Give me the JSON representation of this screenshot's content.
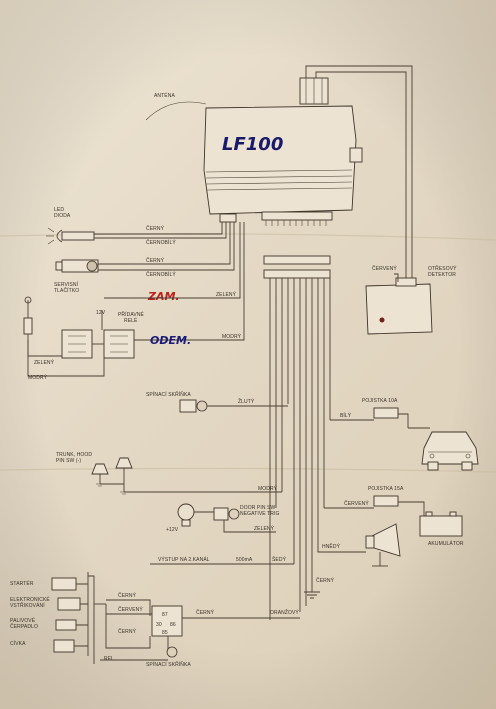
{
  "module": {
    "title": "LF100",
    "antenna": "ANTÉNA"
  },
  "led": {
    "label1": "LED",
    "label2": "DIODA",
    "wire1": "ČERNÝ",
    "wire2": "ČERNOBÍLÝ"
  },
  "service": {
    "label1": "SERVISNÍ",
    "label2": "TLAČÍTKO",
    "wire1": "ČERNÝ",
    "wire2": "ČERNOBÍLÝ"
  },
  "lock": {
    "handwritten": "ZAM.",
    "wire": "ZELENÝ"
  },
  "relay": {
    "voltage": "12V",
    "label1": "PŘÍDAVNÉ",
    "label2": "RELÉ",
    "wire_green": "ZELENÝ",
    "wire_blue": "MODRÝ"
  },
  "unlock": {
    "handwritten": "ODEM.",
    "wire": "MODRÝ"
  },
  "shock": {
    "wire": "ČERVENÝ",
    "label1": "OTŘESOVÝ",
    "label2": "DETEKTOR"
  },
  "switch": {
    "label": "SPÍNACÍ SKŘÍŇKA",
    "wire": "ŽLUTÝ"
  },
  "fuse10": {
    "label": "POJISTKA 10A",
    "wire": "BÍLÝ"
  },
  "trunk": {
    "label1": "TRUNK, HOOD",
    "label2": "PIN SW (-)",
    "wire": "MODRÝ"
  },
  "fuse15": {
    "label": "POJISTKA 15A",
    "wire": "ČERVENÝ"
  },
  "door": {
    "label1": "DOOR PIN SW",
    "label2": "NEGATIVE TRIG",
    "voltage": "+12V",
    "wire": "ZELENÝ"
  },
  "siren": {
    "wire": "HNĚDÝ"
  },
  "battery": {
    "label": "AKUMULÁTOR"
  },
  "output": {
    "label": "VÝSTUP NA 2.KANÁL",
    "current": "500mA",
    "wire": "ŠEDÝ"
  },
  "ground": {
    "wire": "ČERNÝ"
  },
  "immob": {
    "items": [
      "STARTÉR",
      "ELEKTRONICKÉ",
      "VSTŘIKOVÁNÍ",
      "PALIVOVÉ",
      "ČERPADLO",
      "CÍVKA"
    ],
    "wire_black1": "ČERNÝ",
    "wire_red": "ČERVENÝ",
    "wire_black2": "ČERNÝ",
    "wire_black3": "ČERNÝ",
    "wire_orange": "ORANŽOVÝ",
    "relay_label": "REL",
    "switch_label": "SPÍNACÍ SKŘÍŇKA",
    "pins": [
      "87",
      "30",
      "86",
      "85"
    ]
  }
}
